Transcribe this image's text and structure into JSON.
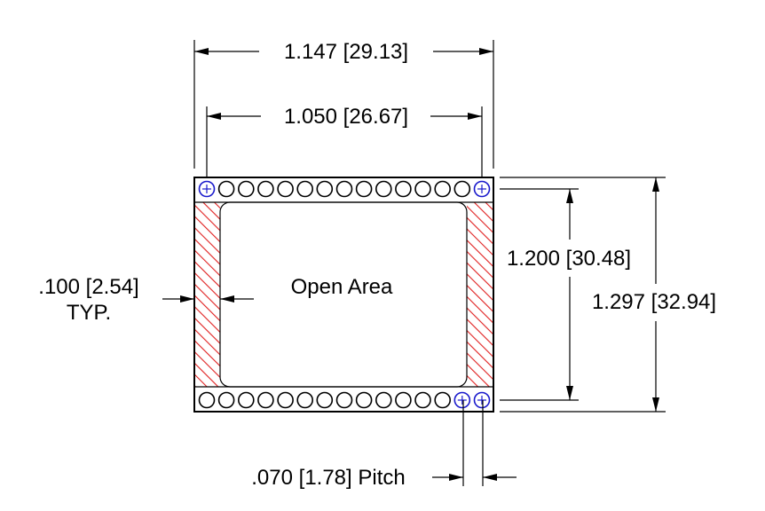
{
  "dimensions": {
    "overall_width": "1.147 [29.13]",
    "pin_span_width": "1.050 [26.67]",
    "pin_span_height": "1.200 [30.48]",
    "overall_height": "1.297 [32.94]",
    "edge_width_value": ".100 [2.54]",
    "edge_width_note": "TYP.",
    "pitch": ".070 [1.78] Pitch"
  },
  "labels": {
    "open_area": "Open Area"
  },
  "colors": {
    "outline": "#000000",
    "hatch": "#e02020",
    "reference_pin": "#1a1acc"
  },
  "pins": {
    "top_row_count": 15,
    "bottom_row_count": 15
  }
}
